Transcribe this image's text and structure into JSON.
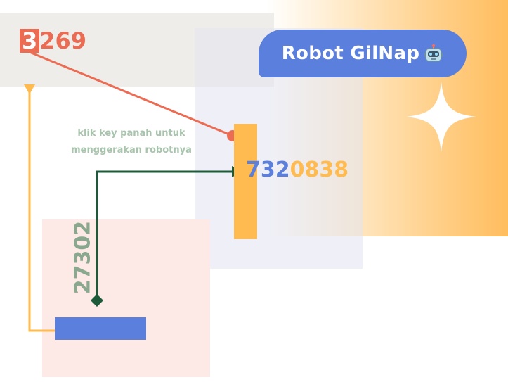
{
  "game": {
    "title": "Robot GilNap",
    "instruction_line1": "klik key panah untuk",
    "instruction_line2": "menggerakan robotnya"
  },
  "scores": {
    "top_first_digit": "3",
    "top_rest": "269",
    "middle_blue": "732",
    "middle_orange": "0838",
    "vertical": "27302"
  },
  "icons": {
    "title_icon": "robot-icon",
    "decor_icon": "star-icon"
  },
  "colors": {
    "accent_blue": "#5b7fdc",
    "accent_orange": "#ffbb4f",
    "accent_red": "#ec6b53",
    "accent_green": "#1c5a3a",
    "muted_green": "#8aa88e"
  }
}
